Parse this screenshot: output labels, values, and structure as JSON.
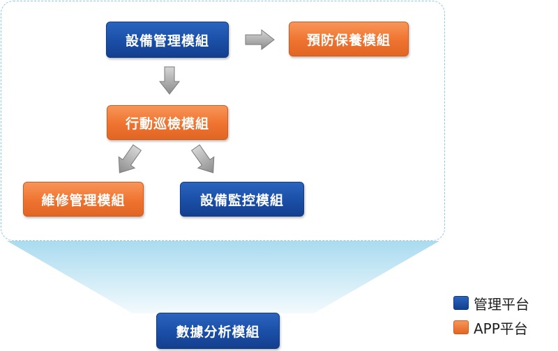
{
  "modules": {
    "equipment_mgmt": "設備管理模組",
    "preventive_maintenance": "預防保養模組",
    "mobile_inspection": "行動巡檢模組",
    "repair_mgmt": "維修管理模組",
    "equipment_monitoring": "設備監控模組",
    "data_analysis": "數據分析模組"
  },
  "legend": {
    "management_platform": "管理平台",
    "app_platform": "APP平台"
  },
  "colors": {
    "management_platform": "#1a4ea6",
    "app_platform": "#ef7330",
    "frame_border": "#8fc6e3",
    "funnel": "#bfe3f3",
    "arrow": "#9a9a9a"
  }
}
